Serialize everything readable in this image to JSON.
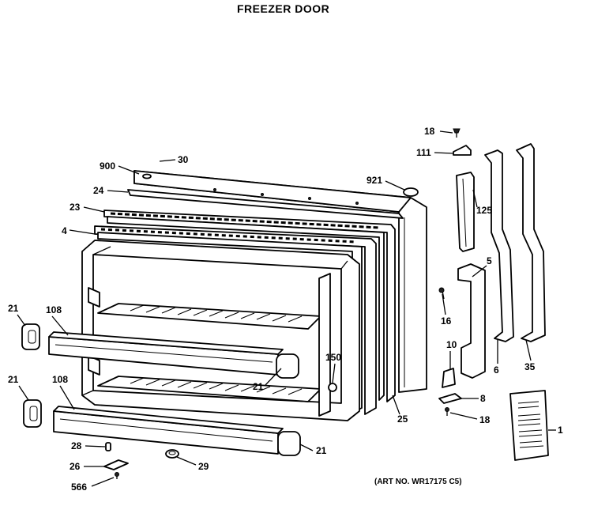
{
  "title": "FREEZER DOOR",
  "art_number": "(ART NO. WR17175 C5)",
  "callouts": {
    "n18_top": "18",
    "n111": "111",
    "n30": "30",
    "n900": "900",
    "n921": "921",
    "n24": "24",
    "n125": "125",
    "n23": "23",
    "n4": "4",
    "n5": "5",
    "n16": "16",
    "n21_left_top": "21",
    "n108_top": "108",
    "n10": "10",
    "n150": "150",
    "n21_center": "21",
    "n6": "6",
    "n35": "35",
    "n21_left_bottom": "21",
    "n108_bottom": "108",
    "n8": "8",
    "n25": "25",
    "n18_bottom": "18",
    "n1": "1",
    "n28": "28",
    "n21_bottom": "21",
    "n26": "26",
    "n29": "29",
    "n566": "566"
  }
}
